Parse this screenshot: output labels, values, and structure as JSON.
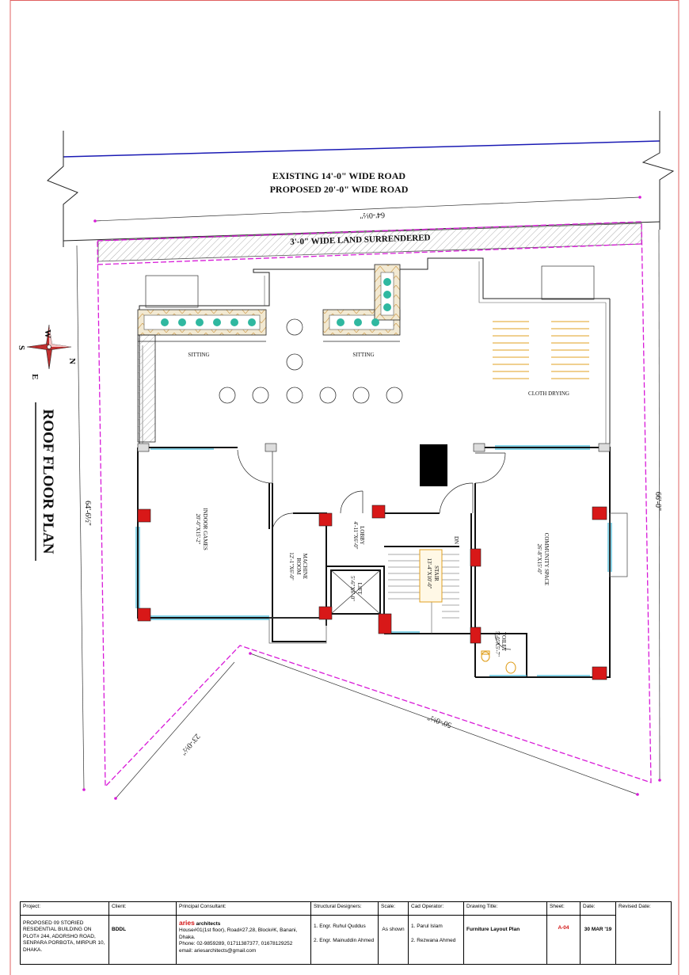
{
  "plan": {
    "title": "ROOF FLOOR PLAN",
    "road_line1": "EXISTING 14'-0\" WIDE ROAD",
    "road_line2": "PROPOSED 20'-0\" WIDE ROAD",
    "land_surrendered": "3'-0\" WIDE LAND SURRENDERED",
    "compass": {
      "n": "N",
      "s": "S",
      "e": "E",
      "w": "W"
    },
    "dimensions": {
      "top": "64'-0½\"",
      "left": "64'-6½\"",
      "right": "66'-0\"",
      "bottom_right": "50'-0½\"",
      "bottom_left": "23'-0½\""
    },
    "rooms": {
      "sitting_left": "SITTING",
      "sitting_right": "SITTING",
      "cloth_drying": "CLOTH DRYING",
      "indoor_games": "INDOOR GAMES",
      "indoor_games_size": "20'-0\"X15'-2\"",
      "machine_room": "MACHINE",
      "machine_room2": "ROOM",
      "machine_room_size": "12'-1\"X6'-0\"",
      "lobby": "LOBBY",
      "lobby_size": "4'-11\"X6'-0\"",
      "lift": "LIFT",
      "lift_size": "5'-6\"X6'-0\"",
      "stair": "STAIR",
      "stair_size": "13'-4\"X10'-0\"",
      "stair_dn": "DN",
      "community_space": "COMMUNITY SPACE",
      "community_space_size": "26'-8\"X15'-0\"",
      "toilet": "TOILET",
      "toilet_size": "5'-0\"X5'-7\""
    },
    "colors": {
      "boundary": "#d81ad8",
      "road_line": "#1a1ab4",
      "column": "#d81818",
      "window": "#3fb8d8",
      "furniture": "#e0a020",
      "planter": "#2fb8a0",
      "border": "#e06060"
    }
  },
  "title_block": {
    "project_label": "Project:",
    "project_value": "PROPOSED 09 STORIED RESIDENTIAL BUILDING ON PLOT# 244, ADORSHO ROAD, SENPARA PORBOTA, MIRPUR 10, DHAKA.",
    "client_label": "Client:",
    "client_value": "BDDL",
    "consultant_label": "Principal Consultant:",
    "consultant_brand": "aries",
    "consultant_brand_suffix": "architects",
    "consultant_address": "House#01(1st floor), Road#27,28, Block#K, Banani, Dhaka.",
    "consultant_phone": "Phone: 02-9859289, 01711387377, 01678129252",
    "consultant_email": "email: ariesarchitects@gmail.com",
    "structural_label": "Structural Designers:",
    "structural_1": "1. Engr. Ruhul Quddus",
    "structural_2": "2. Engr. Mainuddin Ahmed",
    "scale_label": "Scale:",
    "scale_value": "As shown",
    "cad_label": "Cad Operator:",
    "cad_1": "1. Parul Islam",
    "cad_2": "2. Rezwana Ahmed",
    "drawing_title_label": "Drawing Title:",
    "drawing_title_value": "Furniture Layout Plan",
    "sheet_label": "Sheet:",
    "sheet_value": "A-04",
    "date_label": "Date:",
    "date_value": "30 MAR '19",
    "revised_label": "Revised Date:"
  }
}
